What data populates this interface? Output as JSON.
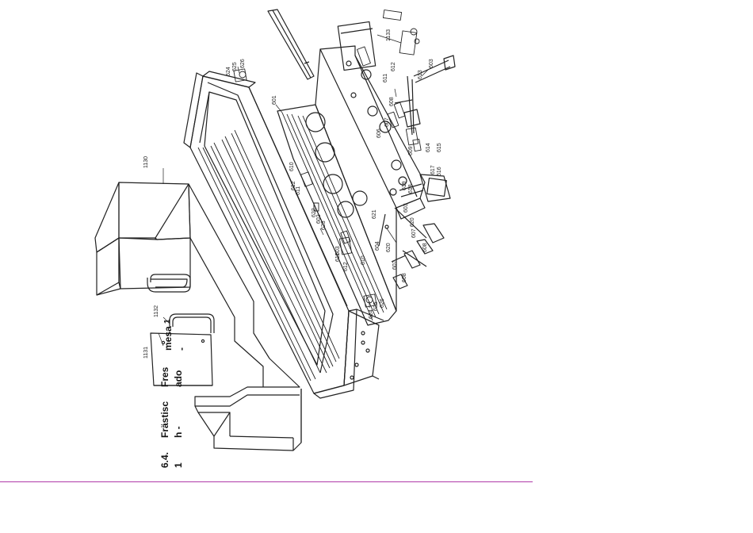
{
  "section": {
    "number_line1": "6.4.",
    "number_line2": "1",
    "title_de_line1": "Frästisc",
    "title_de_line2": "h -",
    "title_es_line1": "Fres",
    "title_es_line2": "ado",
    "title_es_line3": "mesa",
    "title_es_line4": "-",
    "title_es_line5": "1"
  },
  "colors": {
    "line": "#222222",
    "rule": "#b03aa8"
  },
  "part_labels": [
    "1130",
    "1131",
    "1132",
    "1133",
    "601",
    "602",
    "603",
    "603",
    "603",
    "604",
    "606",
    "607",
    "607",
    "607",
    "608",
    "608",
    "608",
    "609",
    "610",
    "610",
    "611",
    "611",
    "611",
    "612",
    "612",
    "612",
    "613",
    "614",
    "615",
    "616",
    "617",
    "618",
    "619",
    "620",
    "620",
    "621",
    "622",
    "623",
    "624",
    "624",
    "625",
    "625",
    "626",
    "626"
  ]
}
